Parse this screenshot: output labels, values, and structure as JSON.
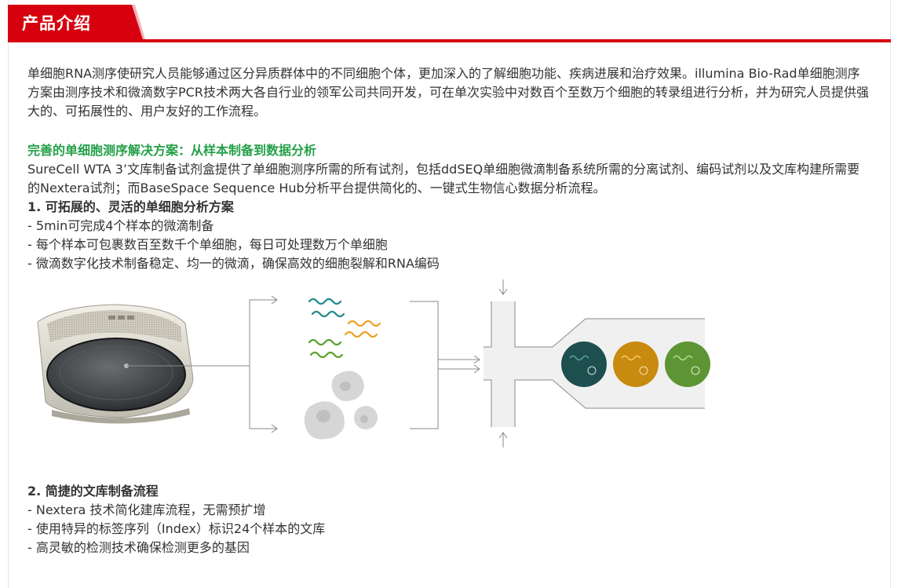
{
  "header": {
    "title": "产品介绍",
    "accent_color": "#d7000f"
  },
  "intro": {
    "text": "单细胞RNA测序使研究人员能够通过区分异质群体中的不同细胞个体，更加深入的了解细胞功能、疾病进展和治疗效果。illumina Bio-Rad单细胞测序方案由测序技术和微滴数字PCR技术两大各自行业的领军公司共同开发，可在单次实验中对数百个至数万个细胞的转录组进行分析，并为研究人员提供强大的、可拓展性的、用户友好的工作流程。"
  },
  "solution": {
    "title": "完善的单细胞测序解决方案：从样本制备到数据分析",
    "title_color": "#24a048",
    "body": "SureCell WTA 3’文库制备试剂盒提供了单细胞测序所需的所有试剂，包括ddSEQ单细胞微滴制备系统所需的分离试剂、编码试剂以及文库构建所需要的Nextera试剂；而BaseSpace Sequence Hub分析平台提供简化的、一键式生物信心数据分析流程。"
  },
  "section1": {
    "heading": "1. 可拓展的、灵活的单细胞分析方案",
    "items": [
      "- 5min可完成4个样本的微滴制备",
      "- 每个样本可包裹数百至数千个单细胞，每日可处理数万个单细胞",
      "- 微滴数字化技术制备稳定、均一的微滴，确保高效的细胞裂解和RNA编码"
    ]
  },
  "section2": {
    "heading": "2. 简捷的文库制备流程",
    "items": [
      "- Nextera 技术简化建库流程，无需预扩增",
      "- 使用特异的标签序列（Index）标识24个样本的文库",
      "- 高灵敏的检测技术确保检测更多的基因"
    ]
  },
  "diagram": {
    "icons": [
      "ddseq-instrument-image",
      "rna-strands-icon",
      "cells-icon",
      "microfluidic-channel-icon",
      "droplet-icon"
    ],
    "colors": {
      "teal": "#1f8a8a",
      "orange": "#f0a020",
      "green": "#5aa02c",
      "droplet_dark": "#1d4f4f",
      "droplet_amber": "#c98a10",
      "droplet_green": "#5d9434",
      "cell_gray": "#d0d0d0",
      "line_gray": "#8a8a8a"
    }
  }
}
